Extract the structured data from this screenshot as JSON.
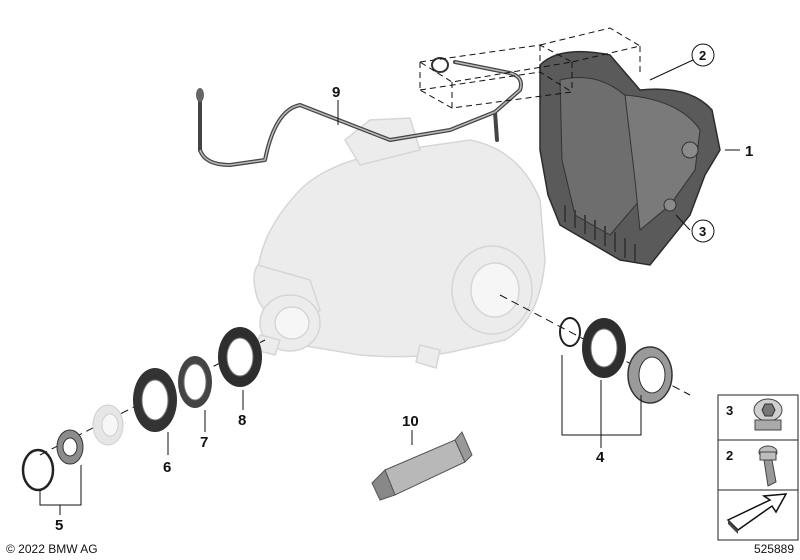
{
  "callouts": {
    "c1": "1",
    "c2": "2",
    "c3": "3",
    "c4": "4",
    "c5": "5",
    "c6": "6",
    "c7": "7",
    "c8": "8",
    "c9": "9",
    "c10": "10"
  },
  "legend": {
    "item_top": "3",
    "item_mid": "2"
  },
  "footer": {
    "copyright": "© 2022 BMW AG",
    "diagram_number": "525889"
  },
  "colors": {
    "ghost_housing": "#e9e9e9",
    "dark_part": "#555555",
    "line": "#111111"
  }
}
